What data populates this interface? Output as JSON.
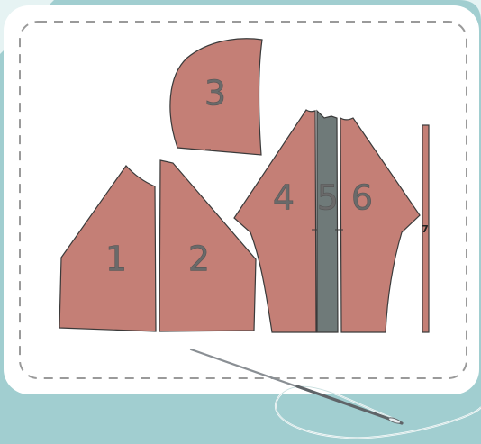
{
  "colors": {
    "background": "#e6f3f3",
    "teal_panel": "#4fa3a7",
    "card": "#ffffff",
    "stitch": "#9a9a9a",
    "piece_fill": "#c47f76",
    "piece_stroke": "#3a3a3a",
    "zipper_fill": "#6f7a79",
    "needle": "#8a8f94",
    "thread": "#ffffff"
  },
  "pieces": [
    {
      "id": "piece-1",
      "label": "1"
    },
    {
      "id": "piece-2",
      "label": "2"
    },
    {
      "id": "piece-3",
      "label": "3"
    },
    {
      "id": "piece-4",
      "label": "4"
    },
    {
      "id": "piece-5",
      "label": "5"
    },
    {
      "id": "piece-6",
      "label": "6"
    },
    {
      "id": "piece-7",
      "label": "7"
    }
  ]
}
